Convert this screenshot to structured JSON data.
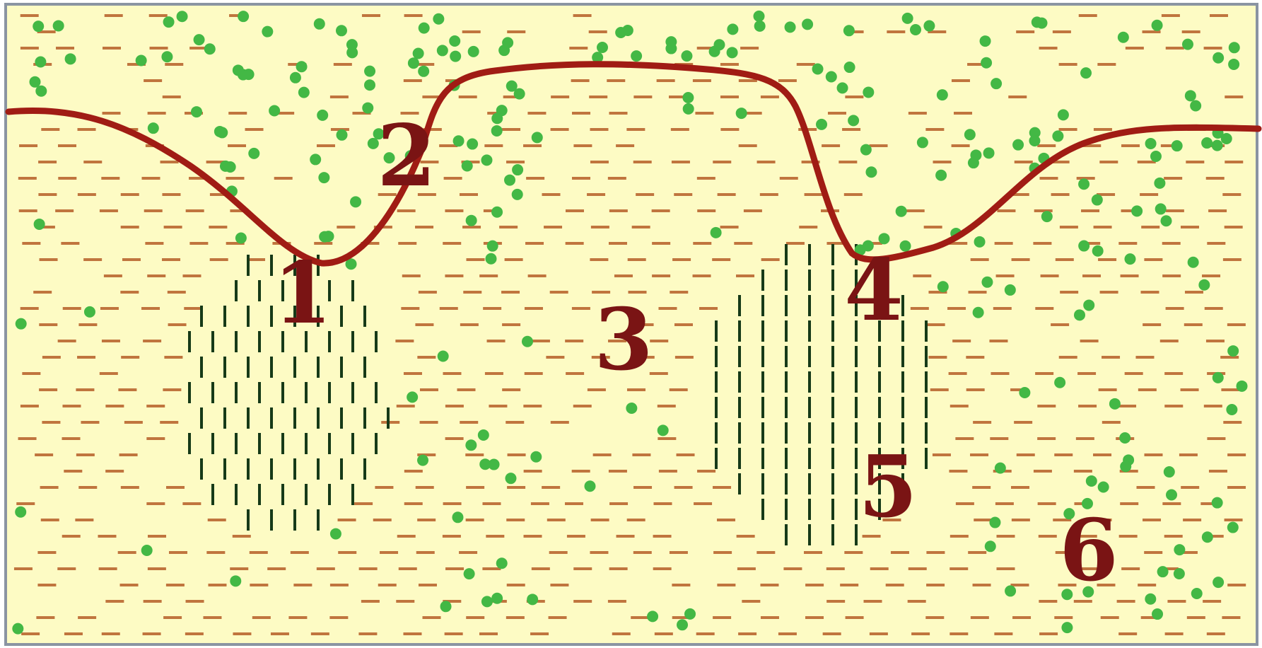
{
  "colors": {
    "background": "#fdfbc4",
    "frame": "#8a94a2",
    "boundary_line": "#a01c14",
    "green_dots": "#43b845",
    "brown_dashes": "#c0753e",
    "dark_ticks": "#163a18",
    "label": "#7a1414"
  },
  "legend_symbols": {
    "green_dots": "green-dot-particle",
    "brown_dashes": "brown-dash-mark",
    "dark_ticks": "dark-vertical-tick"
  },
  "labels": {
    "zone_1": "1",
    "zone_2": "2",
    "zone_3": "3",
    "zone_4": "4",
    "zone_5": "5",
    "zone_6": "6"
  }
}
